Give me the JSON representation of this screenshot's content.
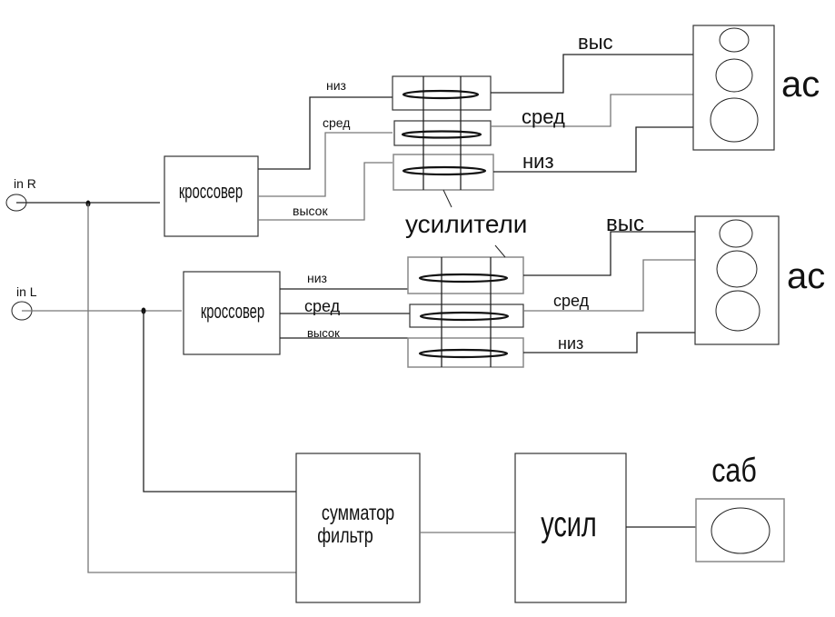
{
  "inputs": {
    "right": "in R",
    "left": "in L"
  },
  "crossovers": {
    "top": "кроссовер",
    "bottom": "кроссовер"
  },
  "crossover_outputs": {
    "top": [
      "низ",
      "сред",
      "высок"
    ],
    "bottom": [
      "низ",
      "сред",
      "высок"
    ]
  },
  "amplifiers_label": "усилители",
  "speaker_lines": {
    "top": [
      "выс",
      "сред",
      "низ"
    ],
    "bottom": [
      "выс",
      "сред",
      "низ"
    ]
  },
  "speakers": {
    "top": "ас",
    "bottom": "ас"
  },
  "sub_chain": {
    "summator_line1": "сумматор",
    "summator_line2": "фильтр",
    "amp": "усил",
    "sub": "саб"
  }
}
